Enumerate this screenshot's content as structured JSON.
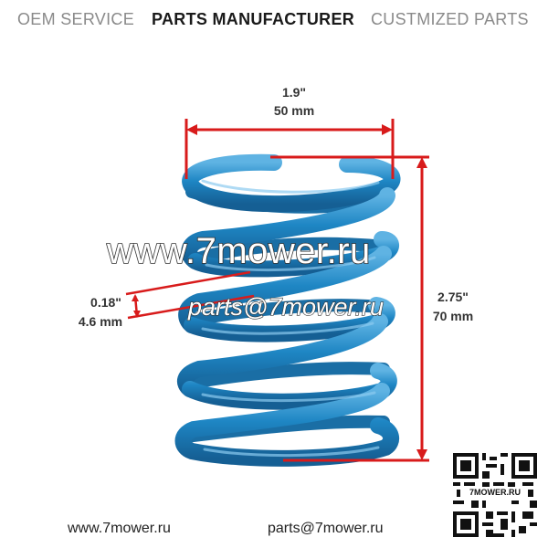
{
  "header": {
    "oem": "OEM SERVICE",
    "manufacturer": "PARTS MANUFACTURER",
    "customized": "CUSTMIZED PARTS"
  },
  "dimensions": {
    "width_in": "1.9\"",
    "width_mm": "50 mm",
    "height_in": "2.75\"",
    "height_mm": "70 mm",
    "wire_in": "0.18\"",
    "wire_mm": "4.6 mm"
  },
  "watermark": {
    "site": "www.7mower.ru",
    "email": "parts@7mower.ru"
  },
  "footer": {
    "website": "www.7mower.ru",
    "email": "parts@7mower.ru",
    "qr_label": "7MOWER.RU"
  },
  "colors": {
    "spring": "#1e86c4",
    "dimension_lines": "#d81b1b"
  }
}
